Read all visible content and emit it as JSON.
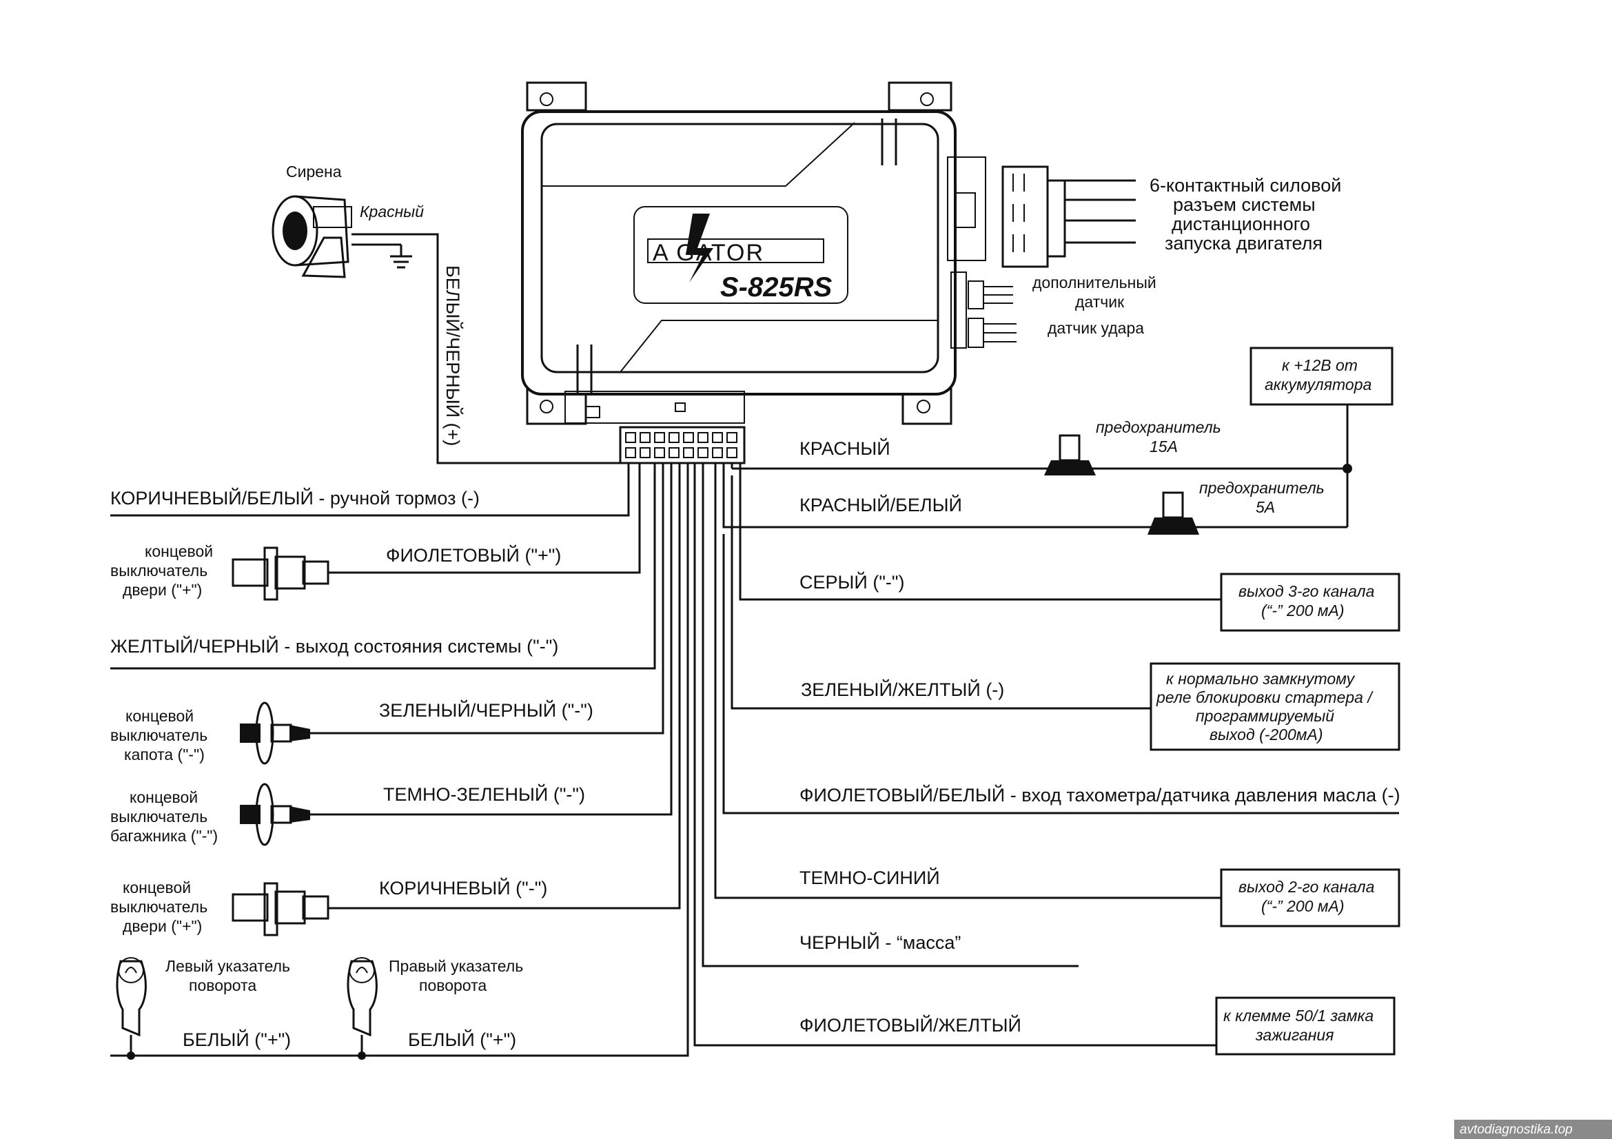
{
  "unit": {
    "brand": "A GATOR",
    "model": "S-825RS"
  },
  "top_right": {
    "power_connector": [
      "6-контактный силовой",
      "разъем системы",
      "дистанционного",
      "запуска двигателя"
    ],
    "extra_sensor": [
      "дополнительный",
      "датчик"
    ],
    "shock_sensor": "датчик удара",
    "battery_box": [
      "к +12В от",
      "аккумулятора"
    ]
  },
  "siren": {
    "title": "Сирена",
    "wire": "Красный",
    "vertical_wire": "БЕЛЫЙ/ЧЕРНЫЙ (+)"
  },
  "left_wires": {
    "brown_white": "КОРИЧНЕВЫЙ/БЕЛЫЙ - ручной тормоз (-)",
    "violet": "ФИОЛЕТОВЫЙ (\"+\")",
    "yellow_black": "ЖЕЛТЫЙ/ЧЕРНЫЙ - выход состояния системы  (\"-\")",
    "green_black": "ЗЕЛЕНЫЙ/ЧЕРНЫЙ (\"-\")",
    "dark_green": "ТЕМНО-ЗЕЛЕНЫЙ (\"-\")",
    "brown": "КОРИЧНЕВЫЙ (\"-\")",
    "white_1": "БЕЛЫЙ (\"+\")",
    "white_2": "БЕЛЫЙ (\"+\")"
  },
  "left_devices": {
    "door_plus_1": [
      "концевой",
      "выключатель",
      "двери (\"+\")"
    ],
    "hood": [
      "концевой",
      "выключатель",
      "капота (\"-\")"
    ],
    "trunk": [
      "концевой",
      "выключатель",
      "багажника (\"-\")"
    ],
    "door_plus_2": [
      "концевой",
      "выключатель",
      "двери (\"+\")"
    ],
    "left_turn": [
      "Левый указатель",
      "поворота"
    ],
    "right_turn": [
      "Правый указатель",
      "поворота"
    ]
  },
  "right_wires": {
    "red": "КРАСНЫЙ",
    "red_white": "КРАСНЫЙ/БЕЛЫЙ",
    "gray": "СЕРЫЙ  (\"-\")",
    "green_yellow": "ЗЕЛЕНЫЙ/ЖЕЛТЫЙ (-)",
    "violet_white": "ФИОЛЕТОВЫЙ/БЕЛЫЙ - вход тахометра/датчика давления масла (-)",
    "dark_blue": "ТЕМНО-СИНИЙ",
    "black": "ЧЕРНЫЙ - “масса”",
    "violet_yellow": "ФИОЛЕТОВЫЙ/ЖЕЛТЫЙ"
  },
  "fuses": {
    "fuse_15": [
      "предохранитель",
      "15А"
    ],
    "fuse_5": [
      "предохранитель",
      "5А"
    ]
  },
  "right_boxes": {
    "ch3": [
      "выход 3-го канала",
      "(“-” 200 мА)"
    ],
    "relay": [
      "к нормально замкнутому",
      "реле блокировки стартера /",
      "программируемый",
      "выход (-200мА)"
    ],
    "ch2": [
      "выход 2-го канала",
      "(“-” 200 мА)"
    ],
    "ignition": [
      "к клемме 50/1 замка",
      "зажигания"
    ]
  },
  "watermark": "avtodiagnostika.top"
}
